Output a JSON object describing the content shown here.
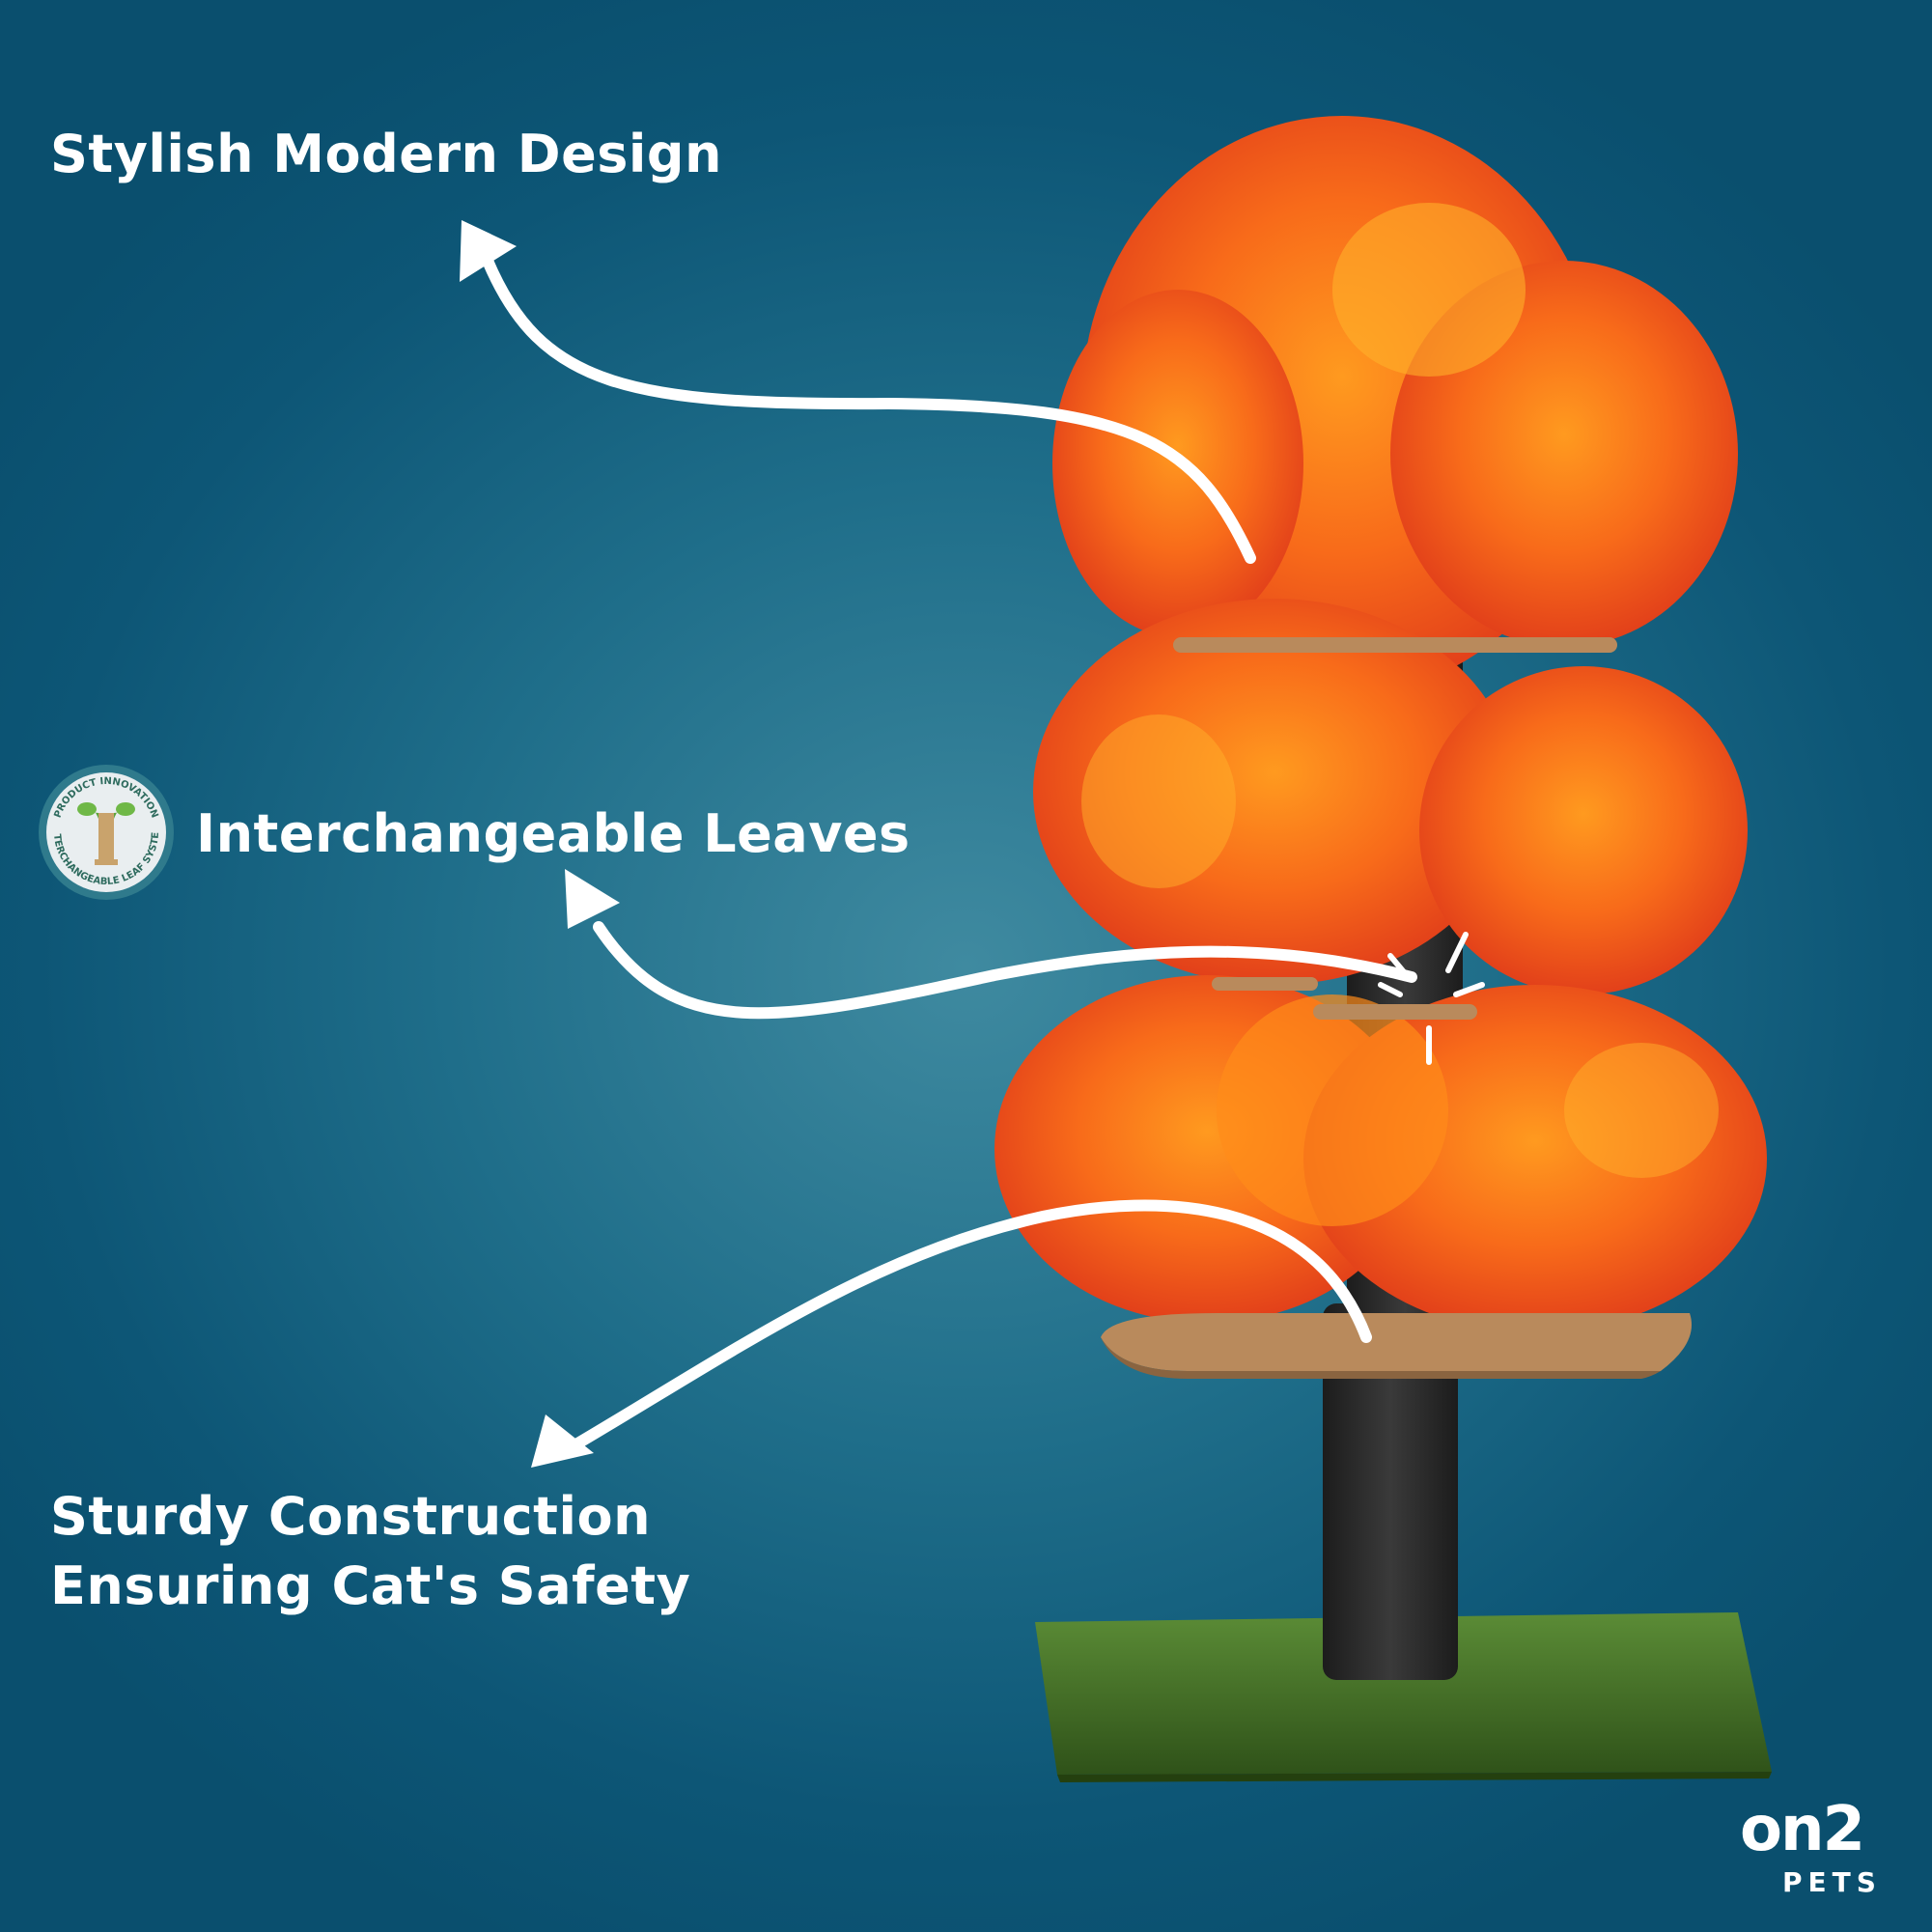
{
  "features": [
    {
      "label": "Stylish Modern Design"
    },
    {
      "label": "Interchangeable Leaves"
    },
    {
      "lines": [
        "Sturdy Construction",
        "Ensuring Cat's Safety"
      ]
    }
  ],
  "badge": {
    "top_text": "PRODUCT INNOVATION",
    "bottom_text": "INTERCHANGEABLE LEAF SYSTEM",
    "icon": "tree-icon"
  },
  "brand": {
    "mark": "on2",
    "sub": "PETS"
  },
  "colors": {
    "background": "#0d5676",
    "text": "#ffffff",
    "leaf": "#f36a1c",
    "trunk": "#2a2a2a",
    "grass": "#3f6b25",
    "platform": "#b98a5c"
  }
}
